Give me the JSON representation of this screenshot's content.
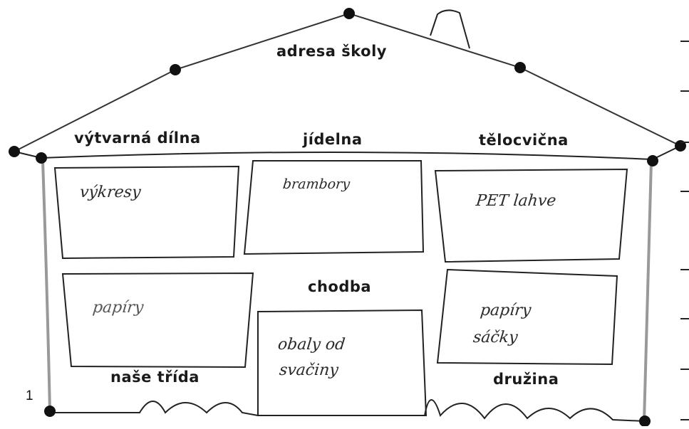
{
  "diagram": {
    "roof_label": "adresa školy",
    "rooms": [
      {
        "label": "výtvarná dílna",
        "answer": "výkresy"
      },
      {
        "label": "jídelna",
        "answer": "brambory"
      },
      {
        "label": "tělocvična",
        "answer": "PET lahve"
      },
      {
        "label": "naše třída",
        "answer": "papíry"
      },
      {
        "label": "družina",
        "answer": "papíry sáčky"
      }
    ],
    "hallway": {
      "label": "chodba",
      "answer_line1": "obaly od",
      "answer_line2": "svačiny"
    },
    "page_number": "1"
  }
}
